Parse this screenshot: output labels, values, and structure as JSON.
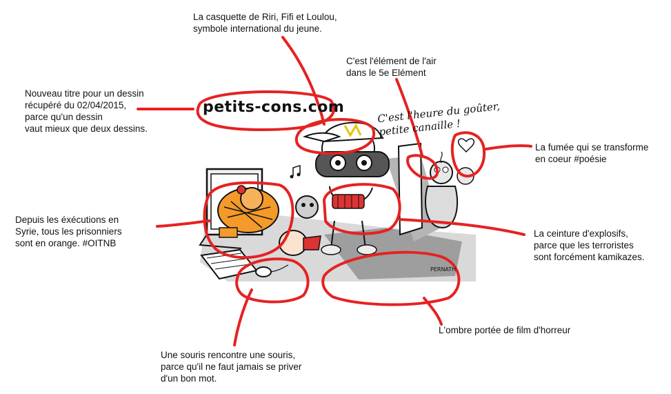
{
  "logo": {
    "text": "petits-cons.com"
  },
  "speech": {
    "text": "C'est l'heure du goûter,\npetite canaille !"
  },
  "signature": "PERNATH",
  "annotations": {
    "cap": "La casquette de Riri, Fifi et Loulou,\nsymbole international du jeune.",
    "air": "C'est l'élément de l'air\ndans le 5e Elément",
    "title": "Nouveau titre pour un dessin\nrécupéré du 02/04/2015,\nparce qu'un dessin\nvaut mieux que deux dessins.",
    "smoke": "La fumée qui se transforme\nen coeur #poésie",
    "orange": "Depuis les éxécutions en\nSyrie, tous les prisonniers\nsont en orange. #OITNB",
    "belt": "La ceinture d'explosifs,\nparce que les terroristes\nsont forcément kamikazes.",
    "shadow": "L'ombre portée de film d'horreur",
    "mouse": "Une souris rencontre une souris,\nparce qu'il ne faut jamais se priver\nd'un bon mot."
  },
  "colors": {
    "annotation_red": "#e52222",
    "prisoner_orange": "#f39a2a",
    "ink": "#111111",
    "floor_grey": "#9a9a9a"
  }
}
